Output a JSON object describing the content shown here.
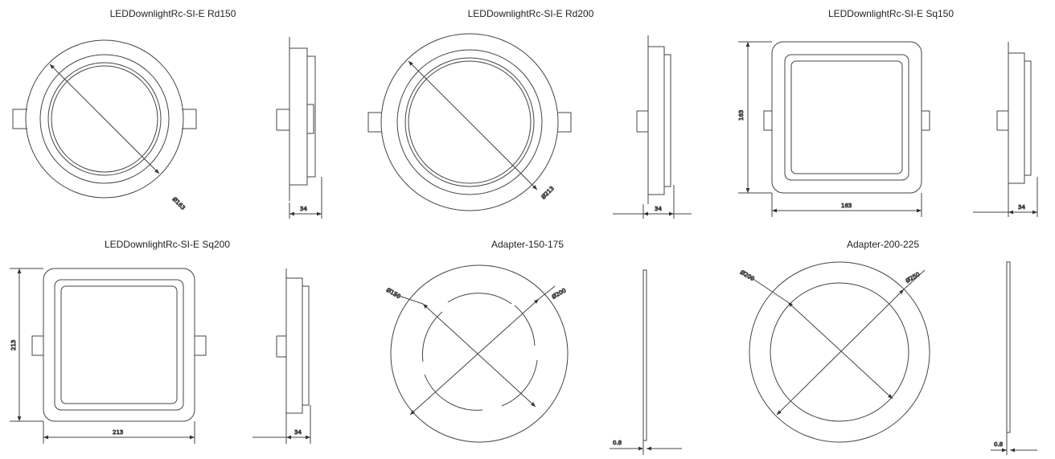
{
  "panels": [
    {
      "title": "LEDDownlightRc-SI-E Rd150",
      "diameter": "Ø163",
      "depth": "34"
    },
    {
      "title": "LEDDownlightRc-SI-E Rd200",
      "diameter": "Ø213",
      "depth": "34"
    },
    {
      "title": "LEDDownlightRc-SI-E Sq150",
      "width": "163",
      "height": "163",
      "depth": "34"
    },
    {
      "title": "LEDDownlightRc-SI-E Sq200",
      "width": "213",
      "height": "213",
      "depth": "34"
    },
    {
      "title": "Adapter-150-175",
      "inner": "Ø150",
      "outer": "Ø200",
      "thickness": "0.8"
    },
    {
      "title": "Adapter-200-225",
      "inner": "Ø200",
      "outer": "Ø250",
      "thickness": "0.8"
    }
  ]
}
